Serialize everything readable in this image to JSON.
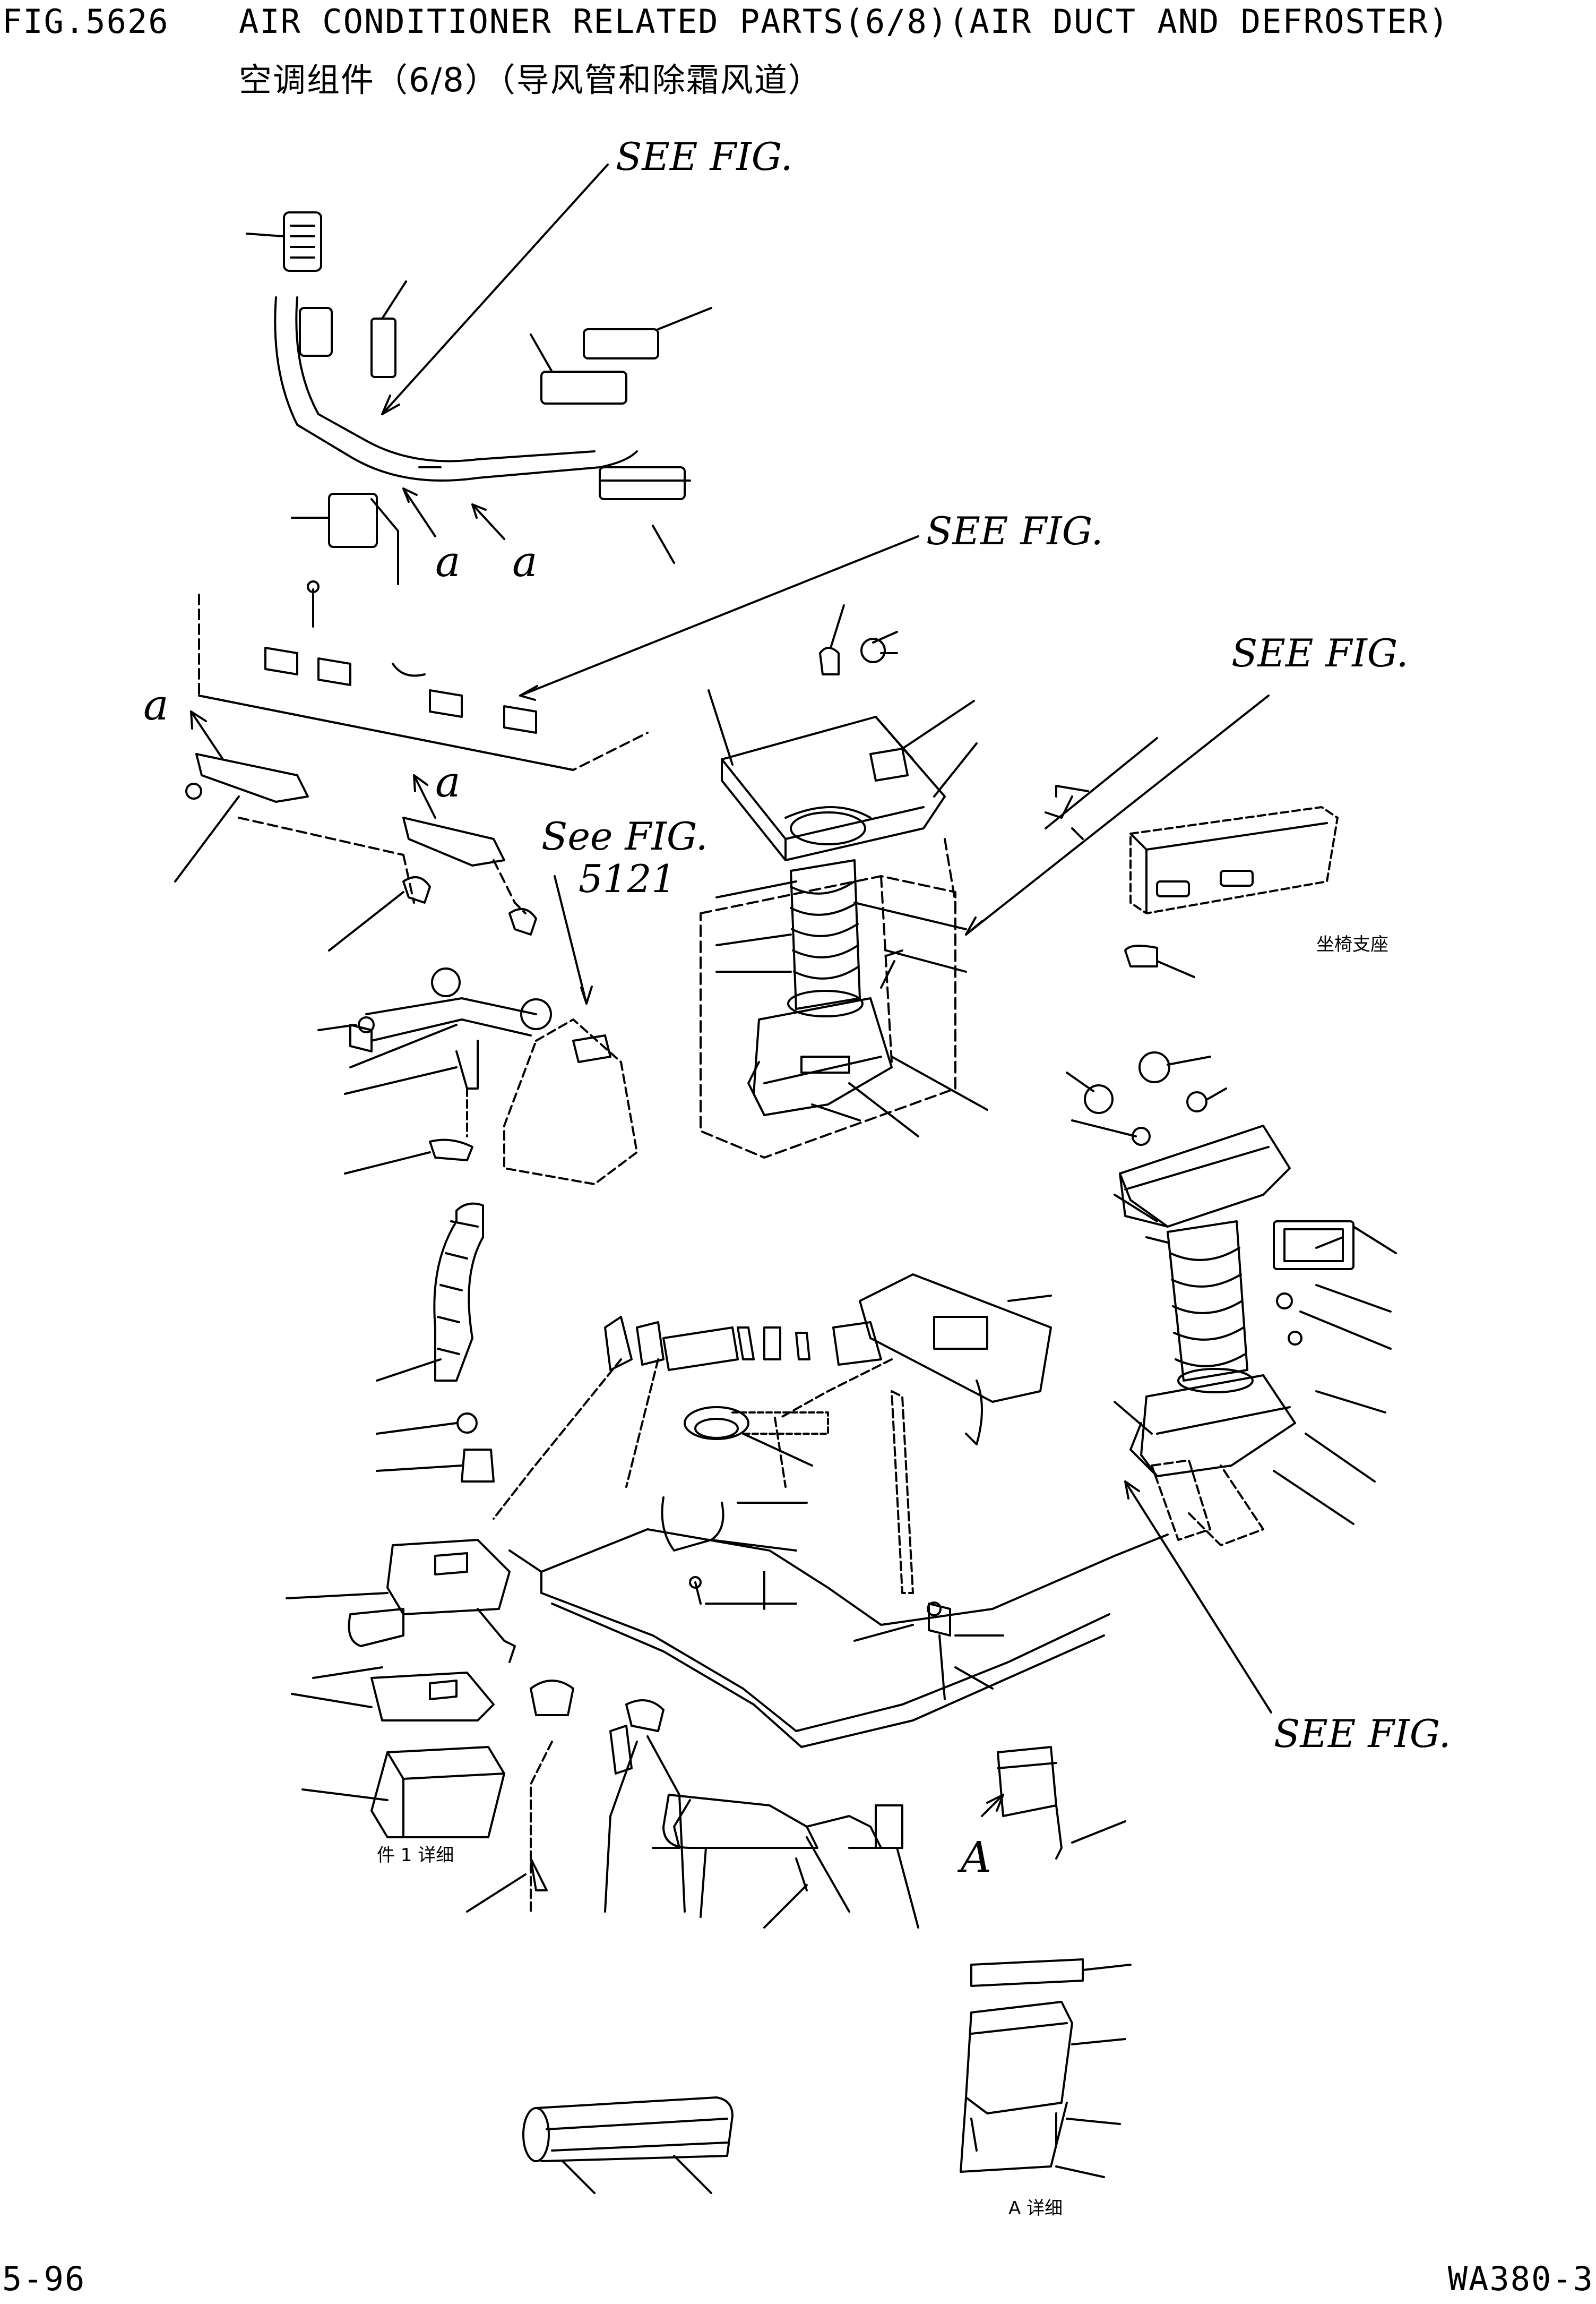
{
  "header": {
    "fig_no": "FIG.5626",
    "title_en": "AIR CONDITIONER RELATED PARTS(6/8)(AIR DUCT AND DEFROSTER)",
    "title_cn": "空调组件（6/8）（导风管和除霜风道）"
  },
  "callouts": {
    "see_fig_1": "SEE FIG.",
    "see_fig_2": "SEE FIG.",
    "see_fig_3": "SEE FIG.",
    "see_fig_4": "SEE FIG.",
    "see_fig_5121_a": "See FIG.",
    "see_fig_5121_b": "5121",
    "a": "a",
    "A": "A"
  },
  "detail_labels": {
    "seat_support": "坐椅支座",
    "detail_1": "件 1 详细",
    "detail_a": "A 详细"
  },
  "footer": {
    "page_no": "5-96",
    "model": "WA380-3"
  }
}
